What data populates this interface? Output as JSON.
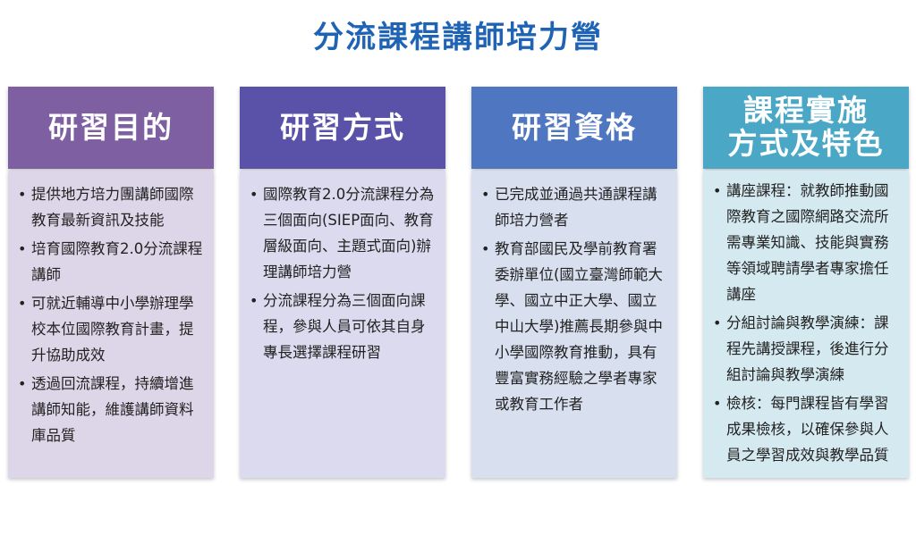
{
  "title": "分流課程講師培力營",
  "colors": {
    "title": "#1f63b4",
    "col1_header": "#7e5fa2",
    "col1_body": "#ddd6e8",
    "col2_header": "#5a52a8",
    "col2_body": "#dcdaee",
    "col3_header": "#4f76c0",
    "col3_body": "#d8e0f0",
    "col4_header": "#4aa7c6",
    "col4_body": "#d5e9f0"
  },
  "columns": [
    {
      "header_lines": [
        "研習目的"
      ],
      "items": [
        "提供地方培力團講師國際教育最新資訊及技能",
        "培育國際教育2.0分流課程講師",
        "可就近輔導中小學辦理學校本位國際教育計畫，提升協助成效",
        "透過回流課程，持續增進講師知能，維護講師資料庫品質"
      ]
    },
    {
      "header_lines": [
        "研習方式"
      ],
      "items": [
        "國際教育2.0分流課程分為三個面向(SIEP面向、教育層級面向、主題式面向)辦理講師培力營",
        "分流課程分為三個面向課程，參與人員可依其自身專長選擇課程研習"
      ]
    },
    {
      "header_lines": [
        "研習資格"
      ],
      "items": [
        "已完成並通過共通課程講師培力營者",
        "教育部國民及學前教育署委辦單位(國立臺灣師範大學、國立中正大學、國立中山大學)推薦長期參與中小學國際教育推動，具有豐富實務經驗之學者專家或教育工作者"
      ]
    },
    {
      "header_lines": [
        "課程實施",
        "方式及特色"
      ],
      "items": [
        "講座課程：就教師推動國際教育之國際網路交流所需專業知識、技能與實務等領域聘請學者專家擔任講座",
        "分組討論與教學演練：課程先講授課程，後進行分組討論與教學演練",
        "檢核：每門課程皆有學習成果檢核，以確保參與人員之學習成效與教學品質"
      ]
    }
  ]
}
